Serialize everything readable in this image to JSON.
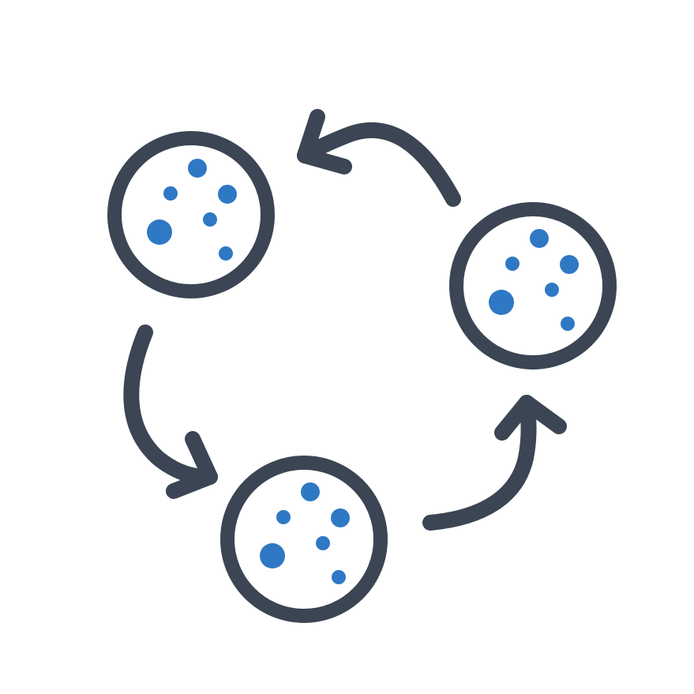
{
  "icon": {
    "name": "petri-dish-cycle-icon",
    "colors": {
      "outline": "#3b4553",
      "dots": "#2f78c4",
      "background": "#ffffff"
    },
    "dishes": [
      {
        "name": "petri-dish-top-left"
      },
      {
        "name": "petri-dish-right"
      },
      {
        "name": "petri-dish-bottom"
      }
    ],
    "arrows": [
      {
        "name": "cycle-arrow-top",
        "direction": "right-to-top-left"
      },
      {
        "name": "cycle-arrow-left",
        "direction": "top-left-to-bottom"
      },
      {
        "name": "cycle-arrow-bottom",
        "direction": "bottom-to-right"
      }
    ]
  }
}
